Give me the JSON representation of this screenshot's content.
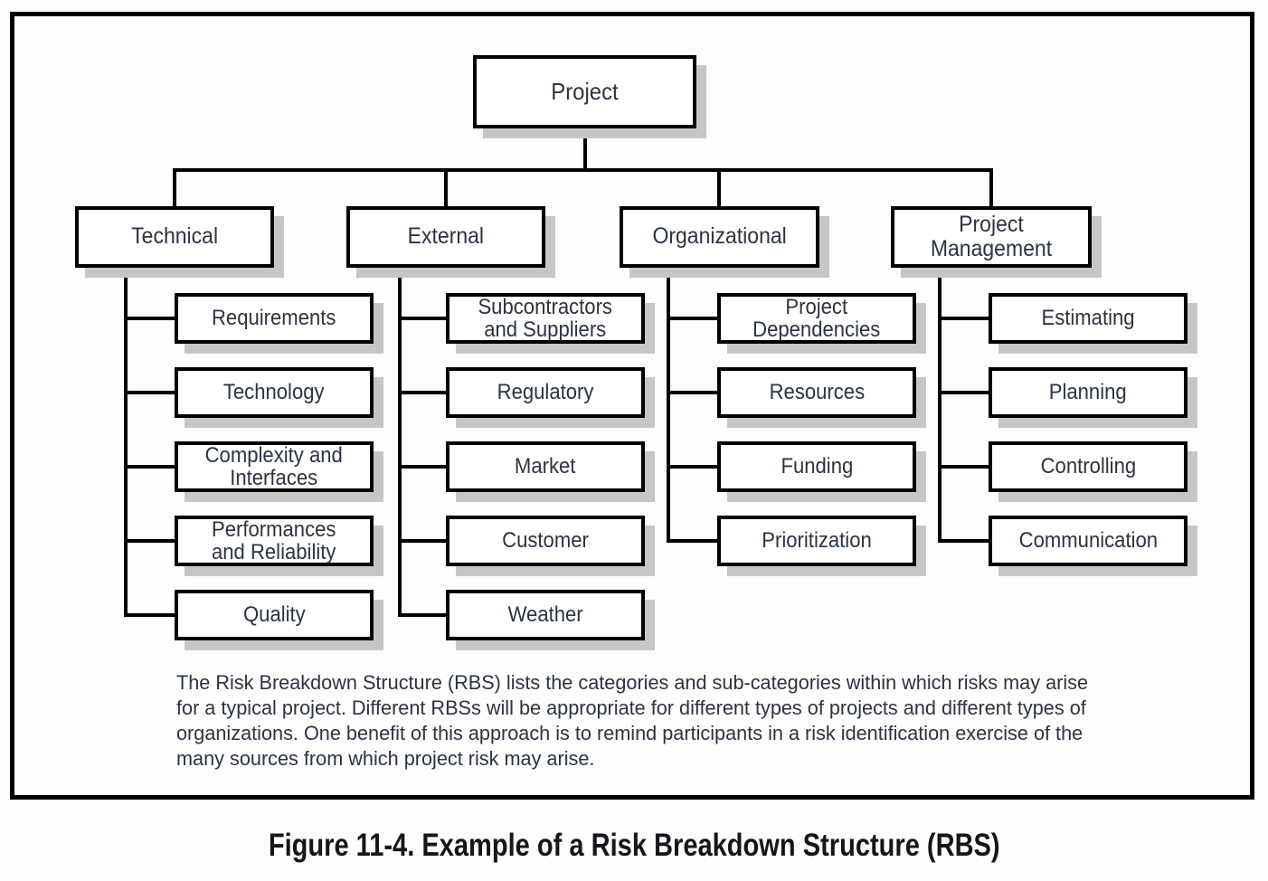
{
  "figure": {
    "title": "Figure 11-4. Example of a Risk Breakdown Structure (RBS)"
  },
  "diagram": {
    "root": {
      "label": "Project"
    },
    "branches": [
      {
        "label": "Technical",
        "children": [
          "Requirements",
          "Technology",
          "Complexity and\nInterfaces",
          "Performances\nand Reliability",
          "Quality"
        ]
      },
      {
        "label": "External",
        "children": [
          "Subcontractors\nand Suppliers",
          "Regulatory",
          "Market",
          "Customer",
          "Weather"
        ]
      },
      {
        "label": "Organizational",
        "children": [
          "Project\nDependencies",
          "Resources",
          "Funding",
          "Prioritization"
        ]
      },
      {
        "label": "Project\nManagement",
        "children": [
          "Estimating",
          "Planning",
          "Controlling",
          "Communication"
        ]
      }
    ],
    "caption_lines": [
      "The Risk Breakdown Structure (RBS) lists the categories and sub-categories within which risks may arise",
      "for a typical project. Different RBSs will be appropriate for different types of projects and different types of",
      "organizations. One benefit of this approach is to remind participants in a risk identification exercise of the",
      "many sources from which project risk may arise."
    ]
  },
  "colors": {
    "line": "#000000",
    "text": "#2b3442",
    "shadow": "#c6c6c6",
    "title": "#14161a"
  }
}
